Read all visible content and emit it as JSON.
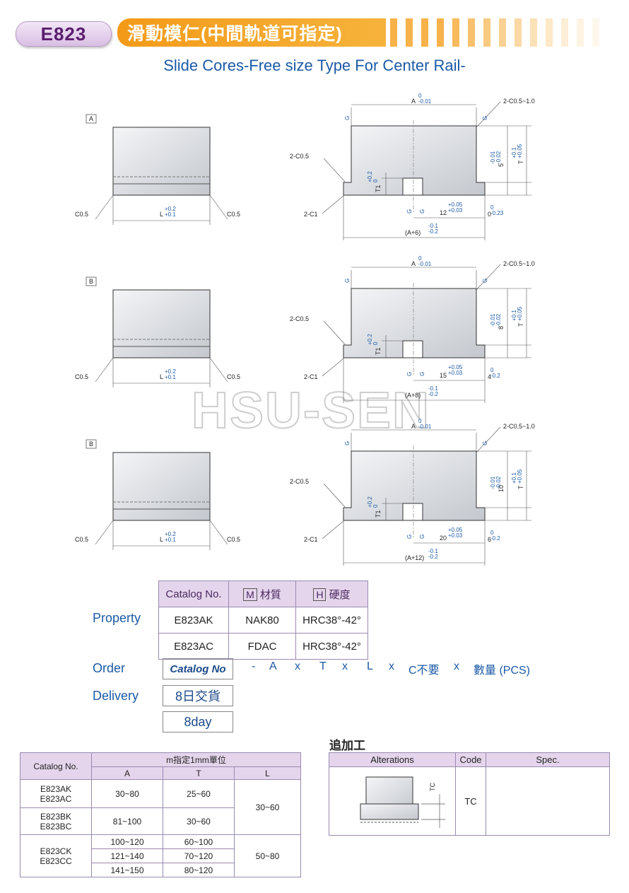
{
  "header": {
    "code": "E823",
    "title": "滑動模仁(中間軌道可指定)",
    "subtitle": "Slide Cores-Free size Type For Center Rail-"
  },
  "watermark": "HSU-SEN",
  "drawings": [
    {
      "type": "A",
      "left_chamfer": "C0.5",
      "right_chamfer": "C0.5",
      "length": "L",
      "length_tol": "+0.2 / +0.1",
      "top_dim": "A",
      "top_tol": "0 / -0.01",
      "corner": "2-C0.5~1.0",
      "inner_chamfer": "2-C0.5",
      "base_chamfer": "2-C1",
      "flange": "5",
      "flange_tol": "-0.01 / -0.02",
      "height": "T",
      "height_tol": "+0.1 / +0.05",
      "t1": "T1",
      "t1_tol": "+0.2 / 0",
      "slot": "12",
      "slot_tol": "+0.05 / +0.03",
      "edge": "0",
      "edge_tol": "0 / -0.23",
      "bottom": "(A+6)",
      "bottom_tol": "-0.1 / -0.2",
      "g": "G"
    },
    {
      "type": "B",
      "left_chamfer": "C0.5",
      "right_chamfer": "C0.5",
      "length": "L",
      "length_tol": "+0.2 / +0.1",
      "top_dim": "A",
      "top_tol": "0 / -0.01",
      "corner": "2-C0.5~1.0",
      "inner_chamfer": "2-C0.5",
      "base_chamfer": "2-C1",
      "flange": "8",
      "flange_tol": "-0.01 / -0.02",
      "height": "T",
      "height_tol": "+0.1 / +0.05",
      "t1": "T1",
      "t1_tol": "+0.2 / 0",
      "slot": "15",
      "slot_tol": "+0.05 / +0.03",
      "edge": "4",
      "edge_tol": "0 / -0.2",
      "bottom": "(A+8)",
      "bottom_tol": "-0.1 / -0.2",
      "g": "G"
    },
    {
      "type": "B",
      "left_chamfer": "C0.5",
      "right_chamfer": "C0.5",
      "length": "L",
      "length_tol": "+0.2 / +0.1",
      "top_dim": "A",
      "top_tol": "0 / -0.01",
      "corner": "2-C0.5~1.0",
      "inner_chamfer": "2-C0.5",
      "base_chamfer": "2-C1",
      "flange": "10",
      "flange_tol": "-0.01 / -0.02",
      "height": "T",
      "height_tol": "+0.1 / +0.05",
      "t1": "T1",
      "t1_tol": "+0.2 / 0",
      "slot": "20",
      "slot_tol": "+0.05 / +0.03",
      "edge": "6",
      "edge_tol": "0 / -0.2",
      "bottom": "(A+12)",
      "bottom_tol": "-0.1 / -0.2",
      "g": "G"
    }
  ],
  "property": {
    "label": "Property",
    "headers": {
      "catalog": "Catalog No.",
      "m_code": "M",
      "m_label": "材質",
      "h_code": "H",
      "h_label": "硬度"
    },
    "rows": [
      {
        "catalog": "E823AK",
        "material": "NAK80",
        "hardness": "HRC38°-42°"
      },
      {
        "catalog": "E823AC",
        "material": "FDAC",
        "hardness": "HRC38°-42°"
      }
    ]
  },
  "order": {
    "label": "Order",
    "catalog_box": "Catalog No",
    "items": [
      "-",
      "A",
      "x",
      "T",
      "x",
      "L",
      "x",
      "C不要",
      "x",
      "數量 (PCS)"
    ]
  },
  "delivery": {
    "label": "Delivery",
    "value_cn": "8日交貨",
    "value_en": "8day"
  },
  "sizes": {
    "catalog_header": "Catalog No.",
    "group_header": "m指定1mm單位",
    "col_a": "A",
    "col_t": "T",
    "col_l": "L",
    "group1": {
      "catalogs_1": [
        "E823AK",
        "E823AC"
      ],
      "catalogs_2": [
        "E823BK",
        "E823BC"
      ],
      "rows": [
        {
          "a": "30~80",
          "t": "25~60"
        },
        {
          "a": "81~100",
          "t": "30~60"
        }
      ],
      "l": "30~60"
    },
    "group2": {
      "catalogs": [
        "E823CK",
        "E823CC"
      ],
      "rows": [
        {
          "a": "100~120",
          "t": "60~100"
        },
        {
          "a": "121~140",
          "t": "70~120"
        },
        {
          "a": "141~150",
          "t": "80~120"
        }
      ],
      "l": "50~80"
    }
  },
  "alterations": {
    "title": "追加工",
    "headers": {
      "alterations": "Alterations",
      "code": "Code",
      "spec": "Spec."
    },
    "code": "TC",
    "drawing_label": "TC",
    "spec": ""
  }
}
